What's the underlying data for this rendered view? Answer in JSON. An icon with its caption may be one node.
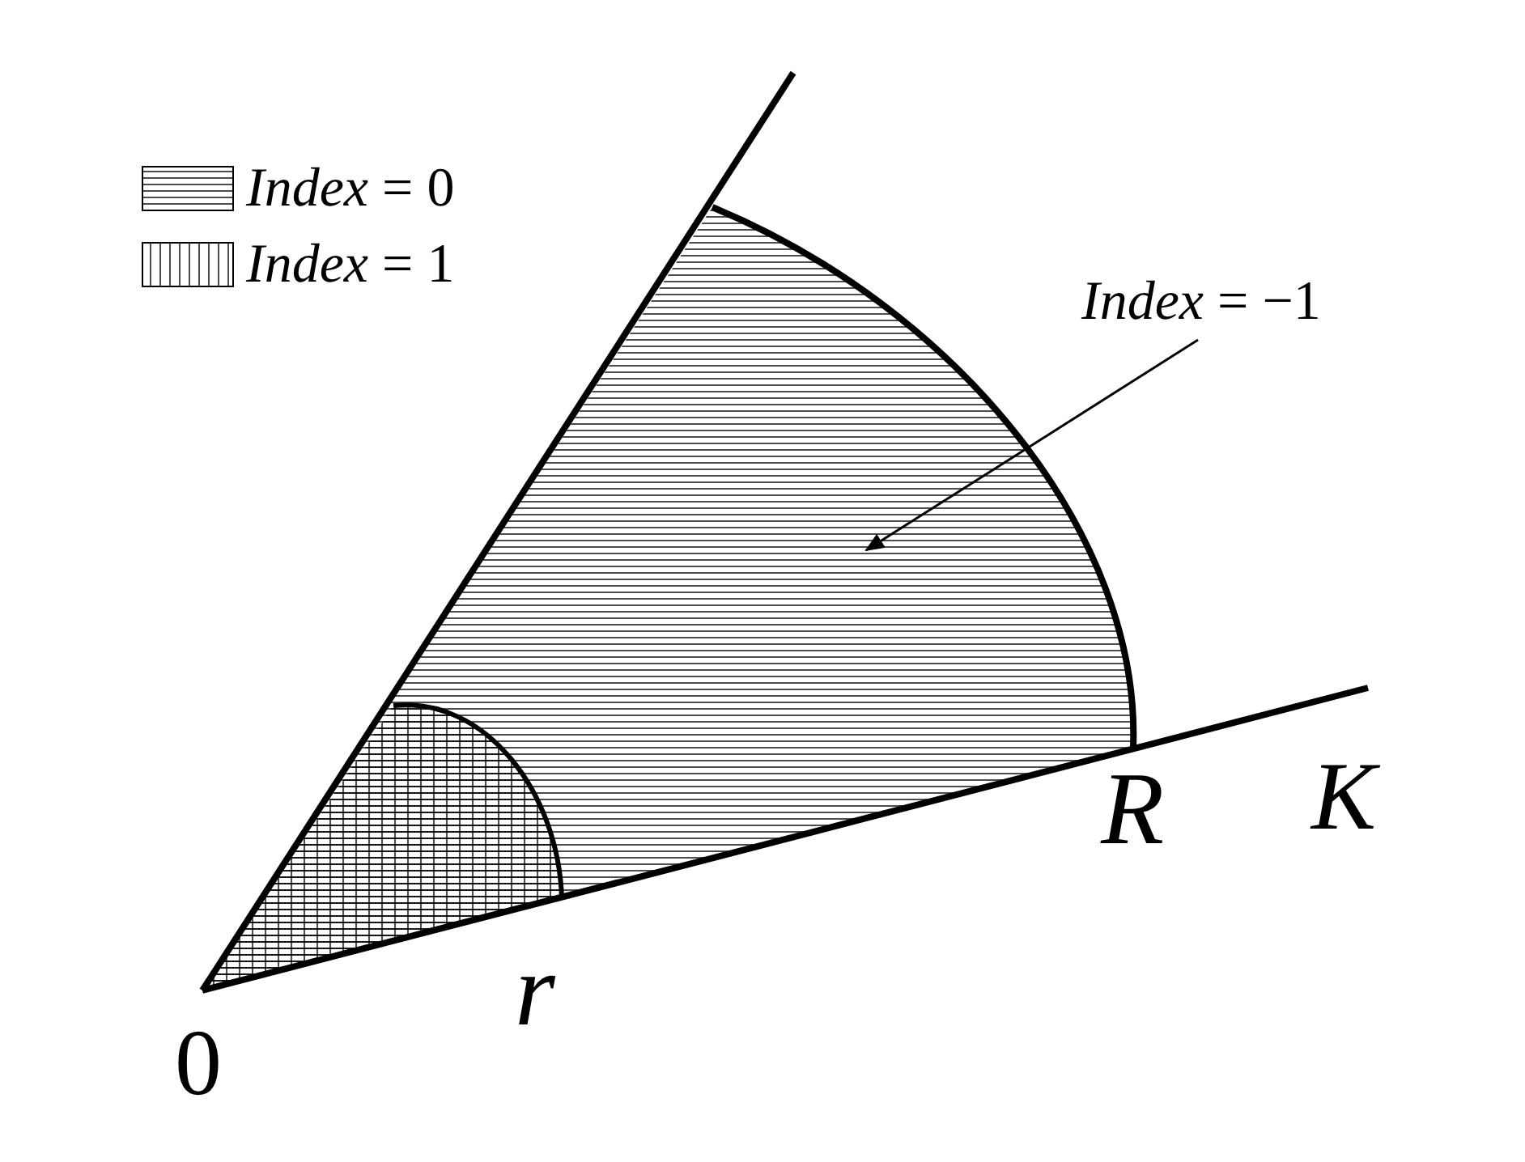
{
  "diagram": {
    "nodes": [
      {
        "text": [
          "*Index* = −1"
        ]
      },
      {
        "text": [],
        "shape": "sector"
      }
    ],
    "edges": [
      {
        "from": 0,
        "to": 1,
        "arrow": "to"
      }
    ],
    "labels": [
      "0",
      "r",
      "R",
      "K"
    ],
    "legend": [
      {
        "text": "*Index* = 0"
      },
      {
        "text": "*Index* = 1"
      }
    ]
  }
}
